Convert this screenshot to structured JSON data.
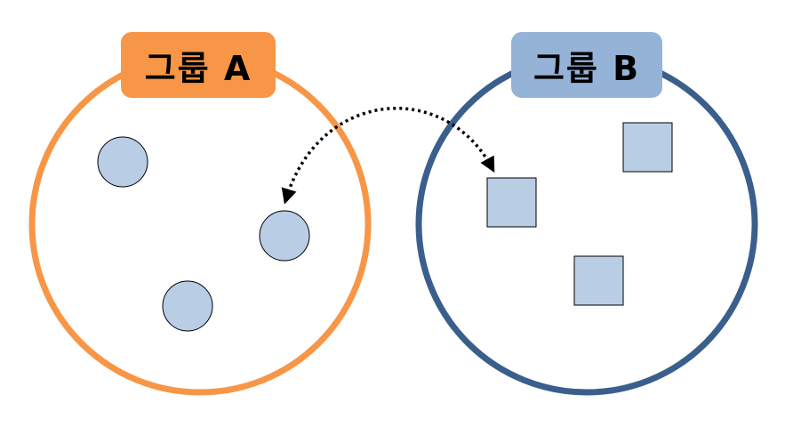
{
  "groups": {
    "a": {
      "label": "그룹 A",
      "color": "#F79646",
      "shape": "circle",
      "member_count": 3
    },
    "b": {
      "label": "그룹 B",
      "color": "#3A5F8C",
      "label_bg": "#95B3D7",
      "shape": "square",
      "member_count": 3
    }
  },
  "member_fill": "#B9CDE5",
  "connector": {
    "style": "dotted",
    "arrowheads": "both"
  }
}
